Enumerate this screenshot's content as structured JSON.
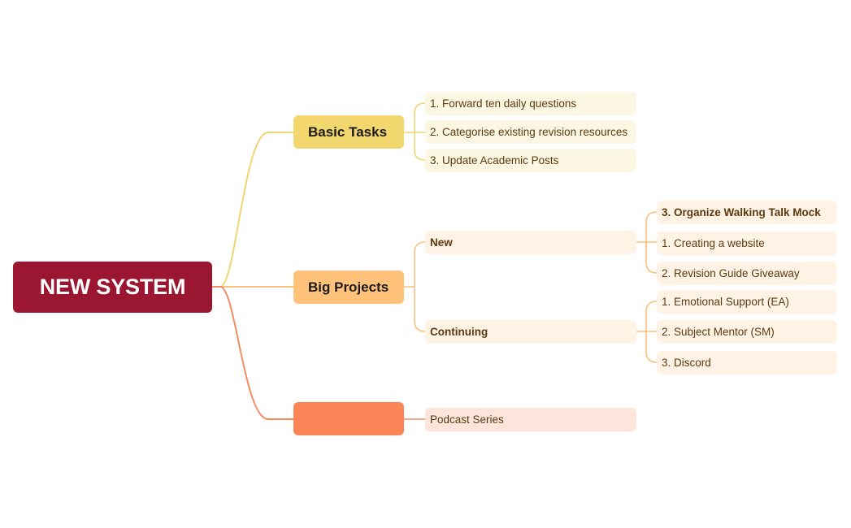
{
  "colors": {
    "root_bg": "#9b1630",
    "root_text": "#ffffff",
    "basic_bg": "#f2d66e",
    "basic_line": "#f0d571",
    "basic_leaf_bg": "#fcf7e2",
    "projects_bg": "#ffc27b",
    "projects_line": "#fbc07c",
    "projects_leaf_bg": "#fff3e6",
    "podcast_bg": "#fb8557",
    "podcast_line": "#f48c62",
    "podcast_leaf_bg": "#fee5dc",
    "leaf_text": "#5a3a10",
    "main_text": "#1a1a1a"
  },
  "root": {
    "label": "NEW SYSTEM"
  },
  "basic_tasks": {
    "label": "Basic Tasks",
    "items": [
      "1. Forward ten daily questions",
      "2. Categorise existing revision resources",
      "3. Update Academic Posts"
    ]
  },
  "big_projects": {
    "label": "Big Projects",
    "new": {
      "label": "New",
      "items": [
        "3. Organize Walking Talk Mock",
        "1. Creating a website",
        "2.  Revision Guide Giveaway"
      ]
    },
    "continuing": {
      "label": "Continuing",
      "items": [
        "1. Emotional Support  (EA)",
        "2. Subject Mentor (SM)",
        "3. Discord"
      ]
    }
  },
  "unnamed_topic": {
    "label": "",
    "items": [
      "Podcast Series"
    ]
  }
}
